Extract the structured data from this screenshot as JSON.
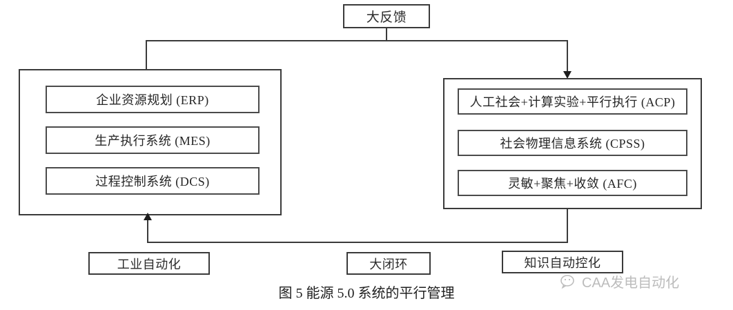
{
  "figure": {
    "caption": "图 5    能源 5.0 系统的平行管理",
    "top_node": {
      "label": "大反馈"
    },
    "left_panel": {
      "name": "industrial-automation-panel",
      "items": [
        {
          "label": "企业资源规划 (ERP)"
        },
        {
          "label": "生产执行系统 (MES)"
        },
        {
          "label": "过程控制系统 (DCS)"
        }
      ]
    },
    "right_panel": {
      "name": "knowledge-automation-panel",
      "items": [
        {
          "label": "人工社会+计算实验+平行执行 (ACP)"
        },
        {
          "label": "社会物理信息系统 (CPSS)"
        },
        {
          "label": "灵敏+聚焦+收敛 (AFC)"
        }
      ]
    },
    "bottom_nodes": [
      {
        "label": "工业自动化"
      },
      {
        "label": "大闭环"
      },
      {
        "label": "知识自动控化"
      }
    ],
    "colors": {
      "stroke": "#3a3a3a",
      "text": "#262626",
      "background": "#ffffff",
      "watermark": "#b9b9b9"
    }
  },
  "watermark": {
    "text": "CAA发电自动化",
    "icon": "wechat-icon"
  }
}
